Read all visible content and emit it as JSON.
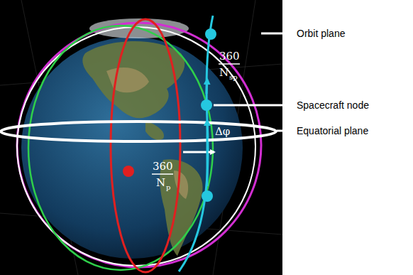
{
  "diagram": {
    "labels": [
      "Orbit plane",
      "Spacecraft node",
      "Equatorial plane",
      "360",
      "N",
      "sp",
      "Δφ",
      "360",
      "N",
      "p"
    ]
  }
}
